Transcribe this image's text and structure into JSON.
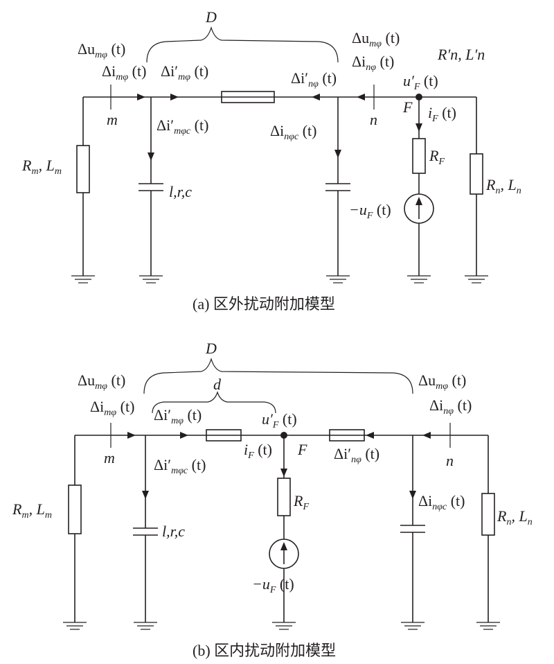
{
  "caption_a": "(a) 区外扰动附加模型",
  "caption_b": "(b) 区内扰动附加模型",
  "a": {
    "D": "D",
    "du_m": {
      "pre": "Δu",
      "sub": "mφ",
      "post": " (t)"
    },
    "di_m": {
      "pre": "Δi",
      "sub": "mφ",
      "post": " (t)"
    },
    "dip_m": {
      "pre": "Δi′",
      "sub": "mφ",
      "post": " (t)"
    },
    "dip_mc": {
      "pre": "Δi′",
      "sub": "mφc",
      "post": " (t)"
    },
    "dip_n": {
      "pre": "Δi′",
      "sub": "nφ",
      "post": " (t)"
    },
    "di_nc": {
      "pre": "Δi",
      "sub": "nφc",
      "post": " (t)"
    },
    "du_n": {
      "pre": "Δu",
      "sub": "mφ",
      "post": " (t)"
    },
    "di_n": {
      "pre": "Δi",
      "sub": "nφ",
      "post": " (t)"
    },
    "rl_n_prime": "R′n, L′n",
    "up_F": {
      "pre": "u′",
      "sub": "F",
      "post": " (t)"
    },
    "F": "F",
    "iF": {
      "pre": "i",
      "sub": "F",
      "post": " (t)"
    },
    "RF": {
      "pre": "R",
      "sub": "F"
    },
    "uF": {
      "pre": "−u",
      "sub": "F",
      "post": " (t)"
    },
    "Rm": {
      "pre": "R",
      "sub": "m",
      "mid": ", L",
      "sub2": "m"
    },
    "Rn": {
      "pre": "R",
      "sub": "n",
      "mid": ", L",
      "sub2": "n"
    },
    "lrc": "l,r,c",
    "m": "m",
    "n": "n"
  },
  "b": {
    "D": "D",
    "d": "d",
    "du_m": {
      "pre": "Δu",
      "sub": "mφ",
      "post": " (t)"
    },
    "di_m": {
      "pre": "Δi",
      "sub": "mφ",
      "post": " (t)"
    },
    "dip_m": {
      "pre": "Δi′",
      "sub": "mφ",
      "post": " (t)"
    },
    "dip_mc": {
      "pre": "Δi′",
      "sub": "mφc",
      "post": " (t)"
    },
    "up_F": {
      "pre": "u′",
      "sub": "F",
      "post": " (t)"
    },
    "iF": {
      "pre": "i",
      "sub": "F",
      "post": " (t)"
    },
    "F": "F",
    "dip_n": {
      "pre": "Δi′",
      "sub": "nφ",
      "post": " (t)"
    },
    "du_n": {
      "pre": "Δu",
      "sub": "mφ",
      "post": " (t)"
    },
    "di_n": {
      "pre": "Δi",
      "sub": "nφ",
      "post": " (t)"
    },
    "di_nc": {
      "pre": "Δi",
      "sub": "nφc",
      "post": " (t)"
    },
    "RF": {
      "pre": "R",
      "sub": "F"
    },
    "uF": {
      "pre": "−u",
      "sub": "F",
      "post": " (t)"
    },
    "Rm": {
      "pre": "R",
      "sub": "m",
      "mid": ", L",
      "sub2": "m"
    },
    "Rn": {
      "pre": "R",
      "sub": "n",
      "mid": ", L",
      "sub2": "n"
    },
    "lrc": "l,r,c",
    "m": "m",
    "n": "n"
  }
}
